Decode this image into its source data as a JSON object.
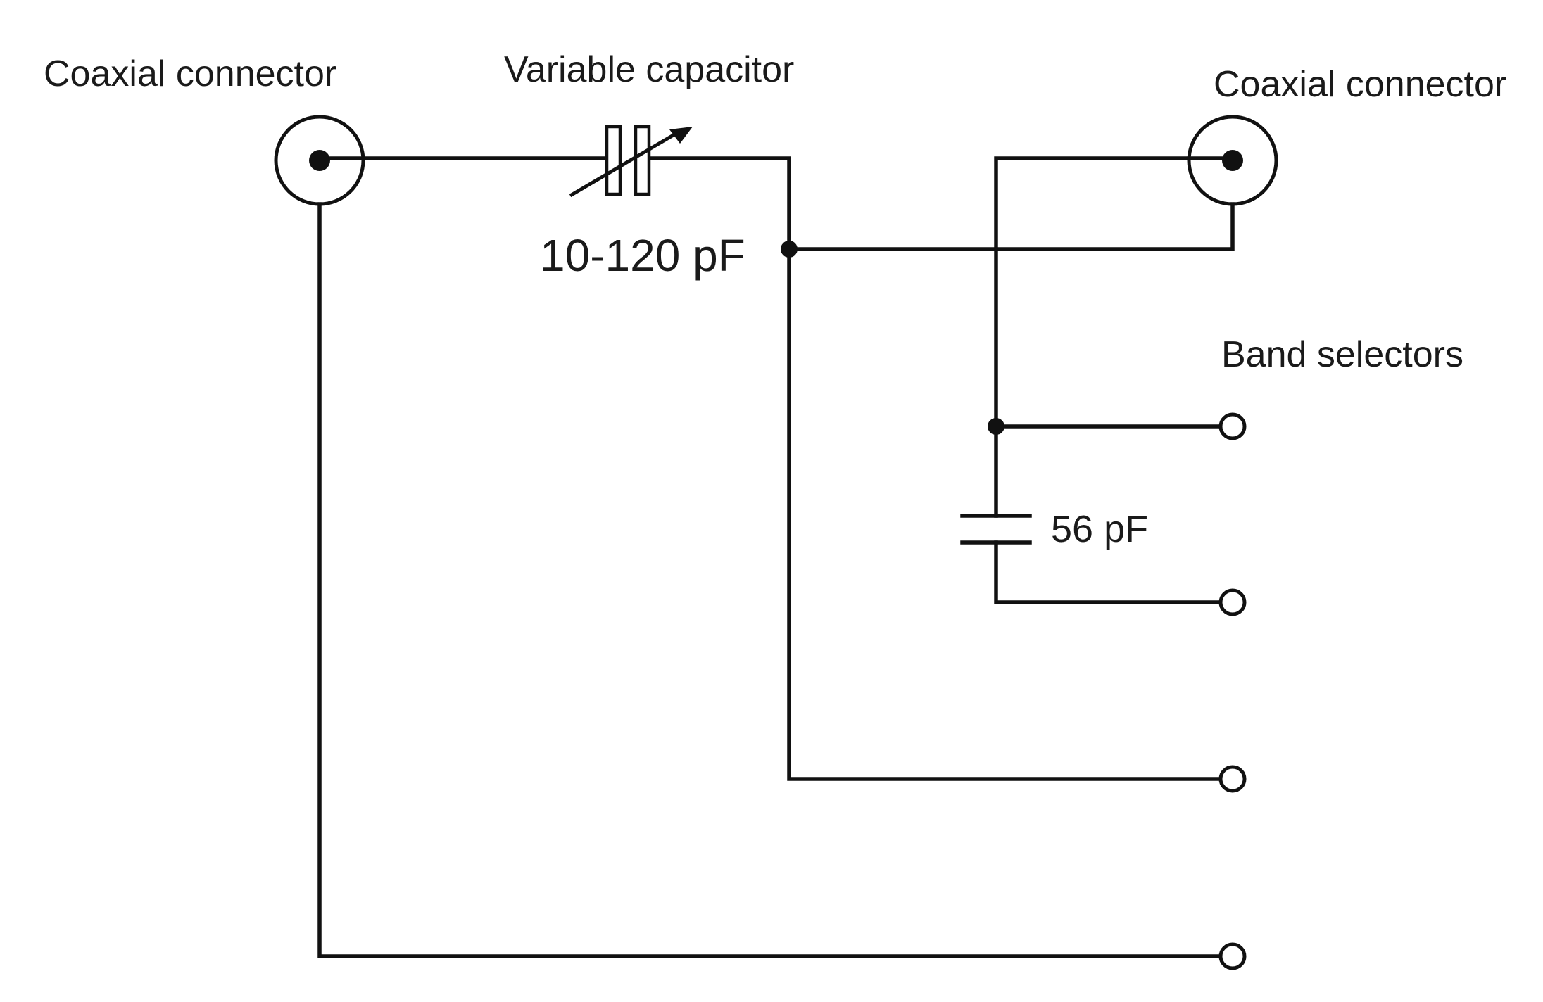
{
  "labels": {
    "left_connector": "Coaxial connector",
    "right_connector": "Coaxial connector",
    "variable_capacitor": "Variable capacitor",
    "variable_capacitor_value": "10-120 pF",
    "fixed_capacitor_value": "56 pF",
    "band_selectors": "Band selectors"
  },
  "colors": {
    "line": "#111111",
    "background": "#ffffff",
    "text": "#1a1a1a"
  }
}
